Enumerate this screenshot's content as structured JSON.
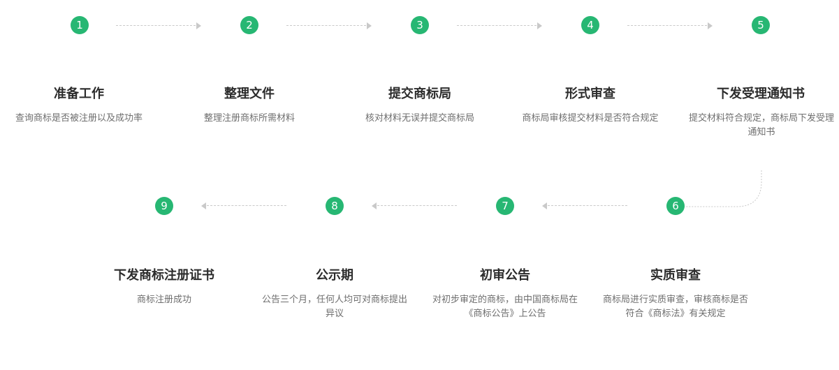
{
  "steps": [
    {
      "number": "1",
      "title": "准备工作",
      "desc": "查询商标是否被注册以及成功率"
    },
    {
      "number": "2",
      "title": "整理文件",
      "desc": "整理注册商标所需材料"
    },
    {
      "number": "3",
      "title": "提交商标局",
      "desc": "核对材料无误并提交商标局"
    },
    {
      "number": "4",
      "title": "形式审查",
      "desc": "商标局审核提交材料是否符合规定"
    },
    {
      "number": "5",
      "title": "下发受理通知书",
      "desc": "提交材料符合规定，商标局下发受理通知书"
    },
    {
      "number": "6",
      "title": "实质审查",
      "desc": "商标局进行实质审查，审核商标是否符合《商标法》有关规定"
    },
    {
      "number": "7",
      "title": "初审公告",
      "desc": "对初步审定的商标，由中国商标局在《商标公告》上公告"
    },
    {
      "number": "8",
      "title": "公示期",
      "desc": "公告三个月，任何人均可对商标提出异议"
    },
    {
      "number": "9",
      "title": "下发商标注册证书",
      "desc": "商标注册成功"
    }
  ],
  "colors": {
    "accent": "#27b773",
    "connector": "#c9c9c9",
    "title": "#2b2b2b",
    "desc": "#6e6e6e"
  }
}
